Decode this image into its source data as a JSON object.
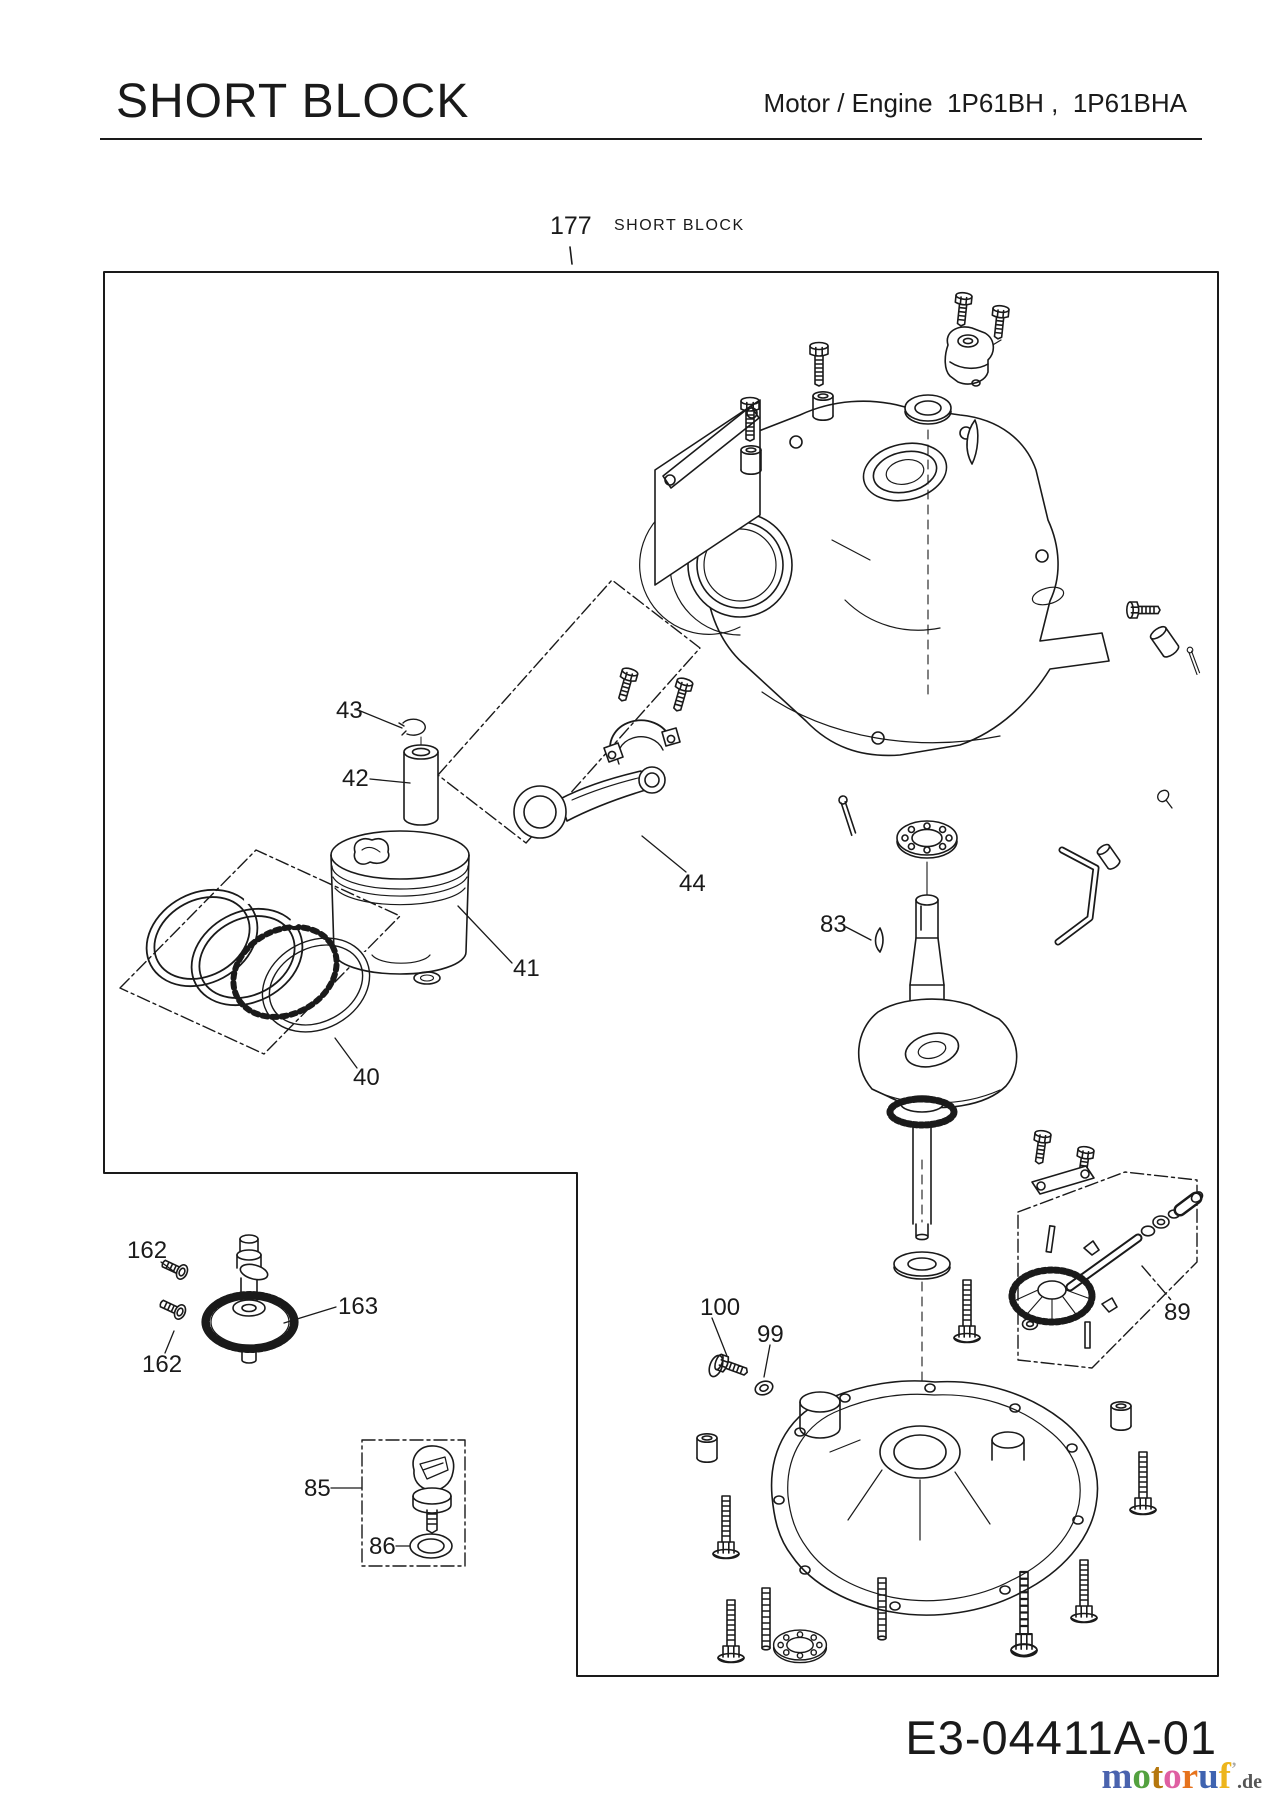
{
  "header": {
    "title": "SHORT BLOCK",
    "subtitle": "Motor / Engine  1P61BH ,  1P61BHA"
  },
  "diagram": {
    "assembly_callout": {
      "number": "177",
      "label": "SHORT BLOCK"
    },
    "callouts": {
      "c43": "43",
      "c42": "42",
      "c41": "41",
      "c44": "44",
      "c40": "40",
      "c83": "83",
      "c162a": "162",
      "c163": "163",
      "c162b": "162",
      "c100": "100",
      "c99": "99",
      "c89": "89",
      "c85": "85",
      "c86": "86"
    },
    "line_color": "#1a1a1a"
  },
  "footer": {
    "code": "E3-04411A-01",
    "watermark": {
      "letters": [
        {
          "ch": "m",
          "color": "#4a63ae"
        },
        {
          "ch": "o",
          "color": "#53a13f"
        },
        {
          "ch": "t",
          "color": "#b5770e"
        },
        {
          "ch": "o",
          "color": "#df5fa2"
        },
        {
          "ch": "r",
          "color": "#e6731d"
        },
        {
          "ch": "u",
          "color": "#3f63b0"
        },
        {
          "ch": "f",
          "color": "#edb51c"
        },
        {
          "ch": "’",
          "color": "#aaaaaa",
          "sup": true
        }
      ],
      "suffix": ".de"
    }
  }
}
